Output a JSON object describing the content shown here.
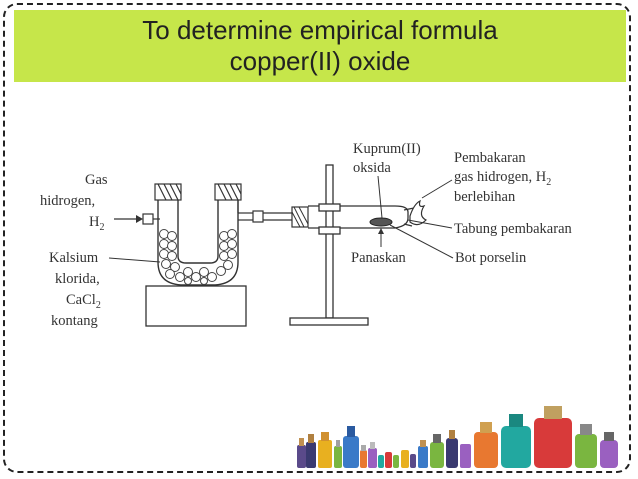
{
  "title": {
    "line1": "To determine empirical formula",
    "line2": "copper(II) oxide"
  },
  "diagram": {
    "labels": {
      "gas": "Gas",
      "hidrogen": "hidrogen,",
      "h2": "H",
      "h2_sub": "2",
      "kalsium": "Kalsium",
      "klorida": "klorida,",
      "cacl": "CaCl",
      "cacl_sub": "2",
      "kontang": "kontang",
      "kuprum": "Kuprum(II)",
      "oksida": "oksida",
      "pembakaran": "Pembakaran",
      "gas_hidrogen": "gas hidrogen, H",
      "gas_hidrogen_sub": "2",
      "berlebihan": "berlebihan",
      "tabung": "Tabung pembakaran",
      "panaskan": "Panaskan",
      "bot": "Bot porselin"
    }
  },
  "colors": {
    "title_background": "#c6e64a",
    "frame_border": "#222222",
    "bottle_palette": [
      "#5a4a8a",
      "#e8a020",
      "#7ab640",
      "#3a7ac8",
      "#d83a3a",
      "#22a8a0",
      "#9a60c0",
      "#e87830"
    ]
  },
  "icons": [
    "u-tube-icon",
    "combustion-tube-icon",
    "retort-stand-icon",
    "flame-icon",
    "bottles-decoration"
  ]
}
